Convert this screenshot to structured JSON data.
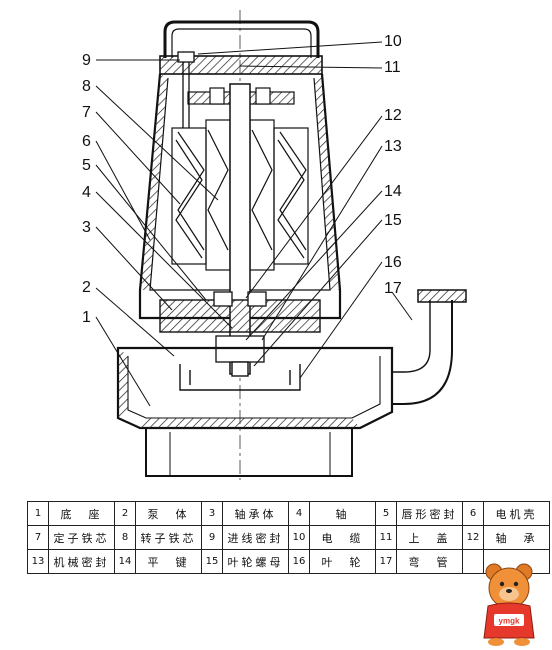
{
  "diagram": {
    "callouts": [
      "1",
      "2",
      "3",
      "4",
      "5",
      "6",
      "7",
      "8",
      "9",
      "10",
      "11",
      "12",
      "13",
      "14",
      "15",
      "16",
      "17"
    ]
  },
  "parts_table": {
    "rows": [
      [
        {
          "num": "1",
          "name": "底　座"
        },
        {
          "num": "2",
          "name": "泵　体"
        },
        {
          "num": "3",
          "name": "轴承体"
        },
        {
          "num": "4",
          "name": "轴"
        },
        {
          "num": "5",
          "name": "唇形密封"
        },
        {
          "num": "6",
          "name": "电机壳"
        }
      ],
      [
        {
          "num": "7",
          "name": "定子铁芯"
        },
        {
          "num": "8",
          "name": "转子铁芯"
        },
        {
          "num": "9",
          "name": "进线密封"
        },
        {
          "num": "10",
          "name": "电　缆"
        },
        {
          "num": "11",
          "name": "上　盖"
        },
        {
          "num": "12",
          "name": "轴　承"
        }
      ],
      [
        {
          "num": "13",
          "name": "机械密封"
        },
        {
          "num": "14",
          "name": "平　键"
        },
        {
          "num": "15",
          "name": "叶轮螺母"
        },
        {
          "num": "16",
          "name": "叶　轮"
        },
        {
          "num": "17",
          "name": "弯　管"
        },
        {
          "num": "",
          "name": ""
        }
      ]
    ]
  },
  "mascot": {
    "badge": "ymgk"
  }
}
